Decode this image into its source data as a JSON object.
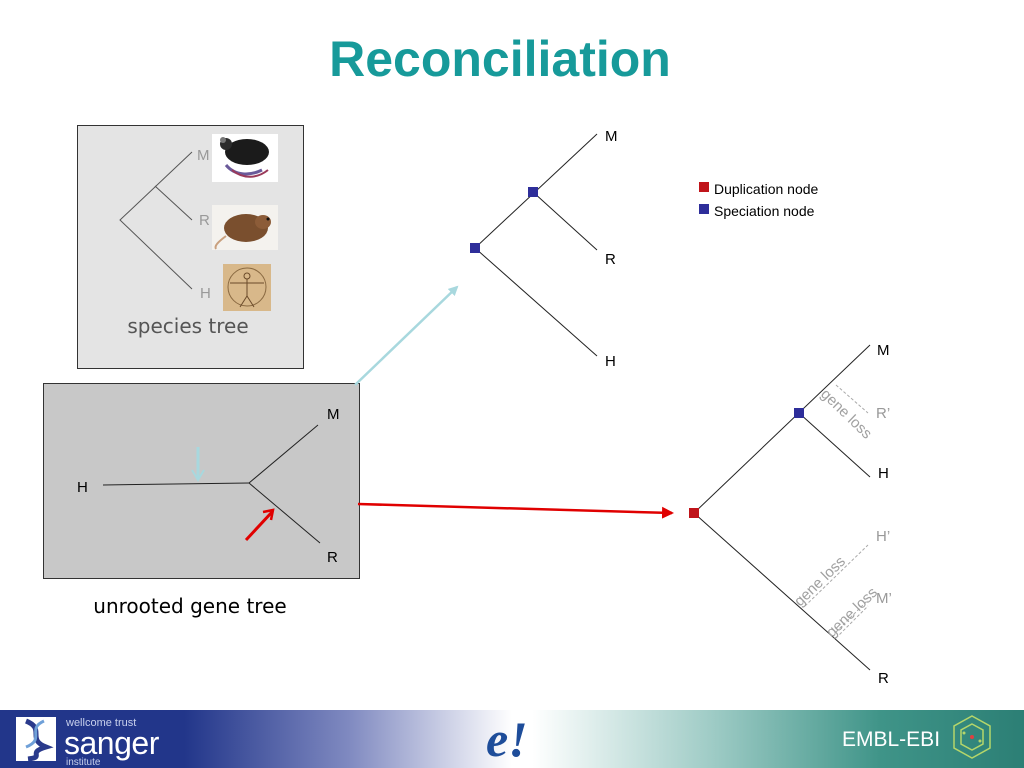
{
  "title": "Reconciliation",
  "species_tree": {
    "caption": "species tree",
    "leaves": [
      "M",
      "R",
      "H"
    ]
  },
  "gene_tree": {
    "caption": "unrooted gene tree",
    "leaves": [
      "H",
      "M",
      "R"
    ]
  },
  "reconciled_tree": {
    "leaves": [
      "M",
      "R",
      "H"
    ]
  },
  "legend": {
    "duplication": "Duplication node",
    "speciation": "Speciation node",
    "duplication_color": "#c0141a",
    "speciation_color": "#2e2e9a"
  },
  "rooted_tree": {
    "leaves": [
      "M",
      "R’",
      "H",
      "H’",
      "M’",
      "R"
    ],
    "gene_loss_label": "gene loss"
  },
  "colors": {
    "title": "#179a9a",
    "arrow_light": "#a8d8de",
    "arrow_red": "#e00000"
  },
  "footer": {
    "sanger_top": "wellcome trust",
    "sanger_main": "sanger",
    "sanger_bottom": "institute",
    "ebi_mark": "e!",
    "embl": "EMBL-EBI"
  }
}
